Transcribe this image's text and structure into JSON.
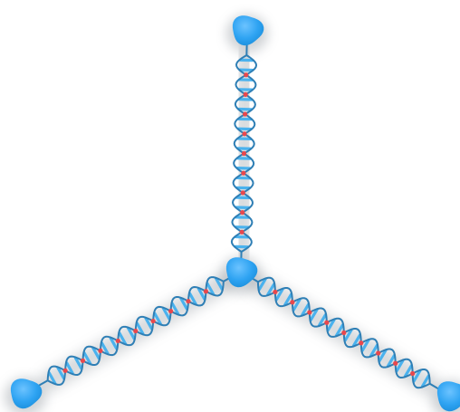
{
  "image": {
    "background_color": "#ffffff",
    "node_color": "#2ea3f2",
    "node_highlight_color": "#6cc3ff",
    "strand_color": "#2f7fb5",
    "rung_color": "#4ab2ee",
    "crossing_color": "#e8484d",
    "shadow_color": "#8a9299",
    "junction_count": 4,
    "arm_count": 3,
    "helix_turns_per_arm": 5
  }
}
